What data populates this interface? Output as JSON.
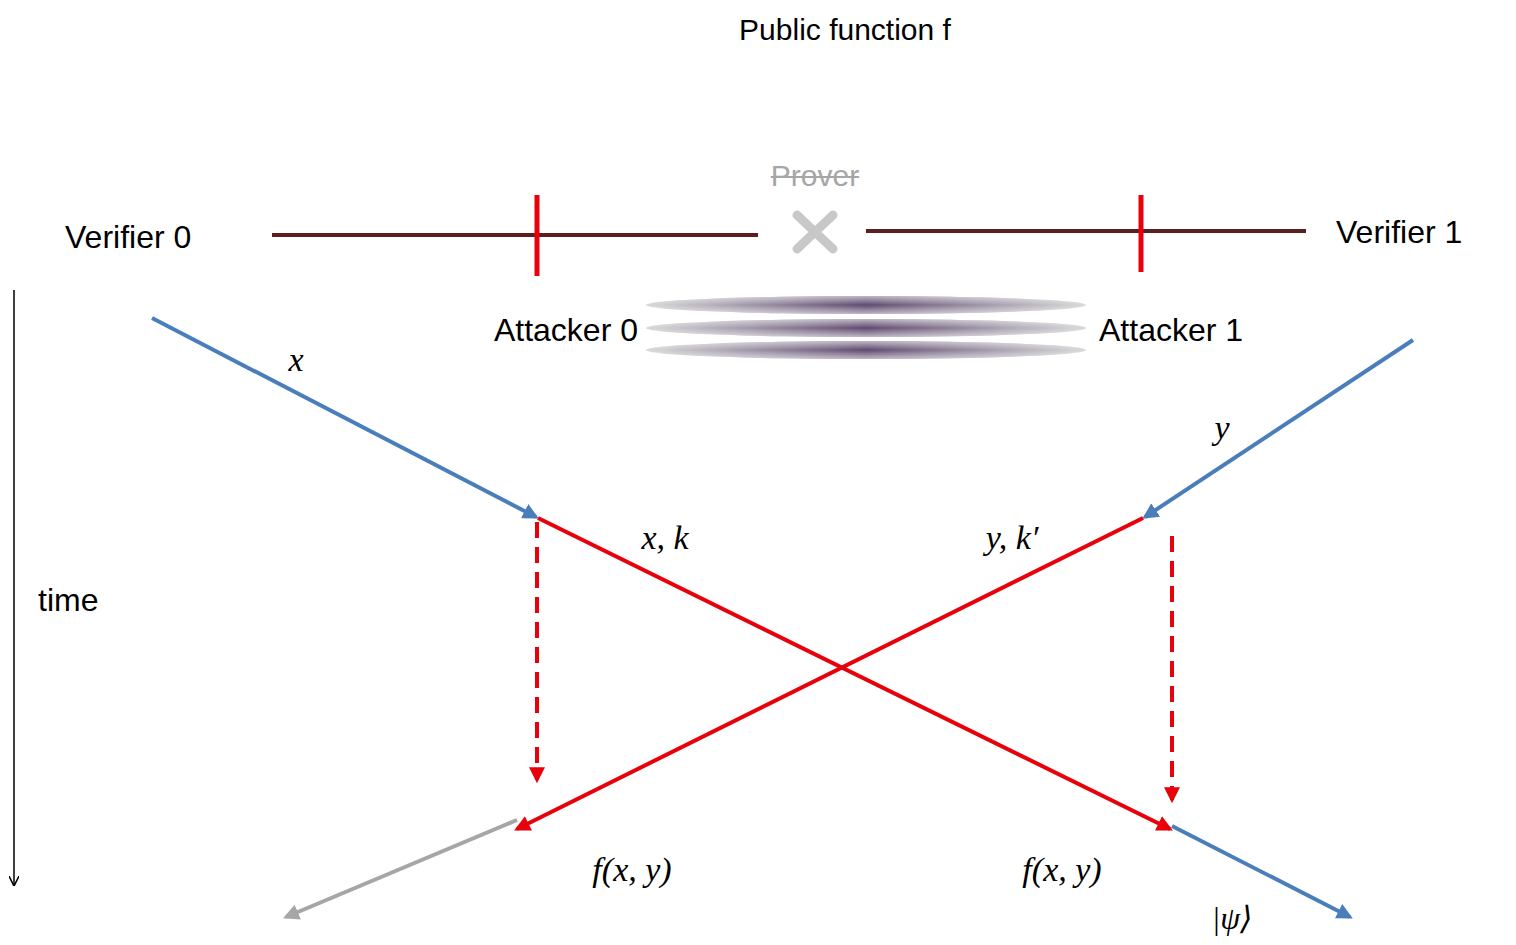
{
  "diagram": {
    "title": "Public function f",
    "labels": [
      "Prover",
      "Verifier 0",
      "Verifier 1",
      "Attacker 0",
      "Attacker 1",
      "time",
      "x",
      "y",
      "x, k",
      "y, k′",
      "f(x, y)",
      "f(x, y)",
      "|ψ⟩"
    ]
  }
}
